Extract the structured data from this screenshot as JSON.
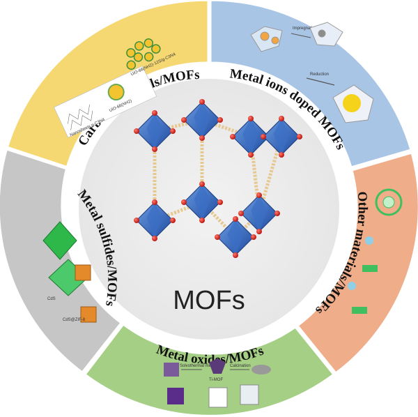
{
  "center": {
    "title": "MOFs",
    "background_color": "#eeeeee"
  },
  "segments": [
    {
      "label": "Carbon materials/MOFs",
      "color": "#f6d873"
    },
    {
      "label": "Metal ions doped MOFs",
      "color": "#a9c5e6"
    },
    {
      "label": "Other materials/MOFs",
      "color": "#f0ad8a"
    },
    {
      "label": "Metal oxides/MOFs",
      "color": "#a6cf86"
    },
    {
      "label": "Metal sulfides/MOFs",
      "color": "#c6c6c6"
    }
  ],
  "illustration_texts": {
    "carbon": [
      "Nanosheets g-C3N4",
      "UiO-66(NH2)",
      "UiO-66(NH2)-12S/g-C3N4"
    ],
    "doped": [
      "Impregnation",
      "Reduction"
    ],
    "oxides": [
      "Solvothermal method",
      "Ti-MOF",
      "Calcination"
    ],
    "sulfides": [
      "CdS",
      "CdS@ZIF-8"
    ]
  },
  "colors": {
    "octahedron": "#3a6fc4",
    "oxygen_atom": "#e0201c",
    "linker": "#e6c890"
  }
}
